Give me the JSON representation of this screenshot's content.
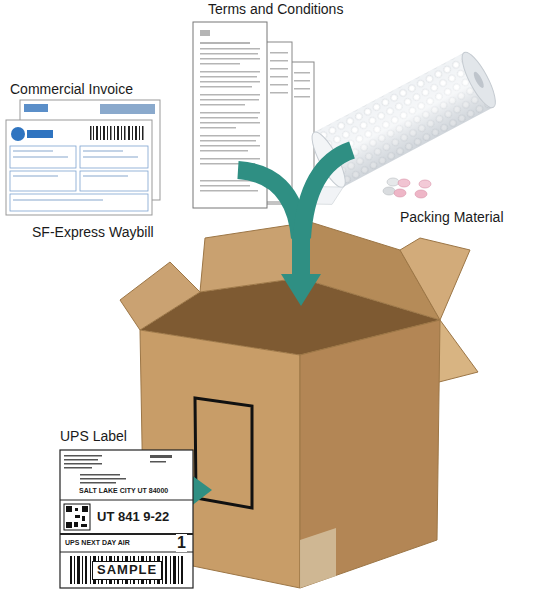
{
  "diagram": {
    "labels": [
      "Terms and Conditions",
      "Commercial Invoice",
      "SF-Express Waybill",
      "Packing Material",
      "UPS Label",
      "SALT LAKE CITY UT 84000",
      "UT 841 9-22",
      "UPS NEXT DAY AIR",
      "1",
      "SAMPLE"
    ]
  }
}
